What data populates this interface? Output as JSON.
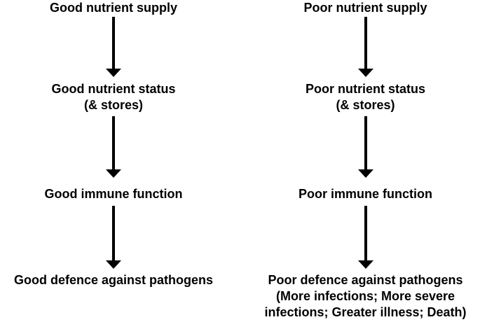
{
  "diagram": {
    "title": "Nutrient supply and immune defence flow diagram",
    "colors": {
      "background": "#ffffff",
      "text": "#000000",
      "arrow": "#000000"
    },
    "columns": [
      {
        "id": "good-nutrition-pathway",
        "steps": [
          {
            "label": "Good nutrient supply"
          },
          {
            "label": "Good nutrient status\n(& stores)"
          },
          {
            "label": "Good immune function"
          },
          {
            "label": "Good defence against pathogens"
          }
        ]
      },
      {
        "id": "poor-nutrition-pathway",
        "steps": [
          {
            "label": "Poor nutrient supply"
          },
          {
            "label": "Poor nutrient status\n(& stores)"
          },
          {
            "label": "Poor immune function"
          },
          {
            "label": "Poor defence against pathogens\n(More infections; More severe\ninfections; Greater illness; Death)"
          }
        ]
      }
    ]
  }
}
